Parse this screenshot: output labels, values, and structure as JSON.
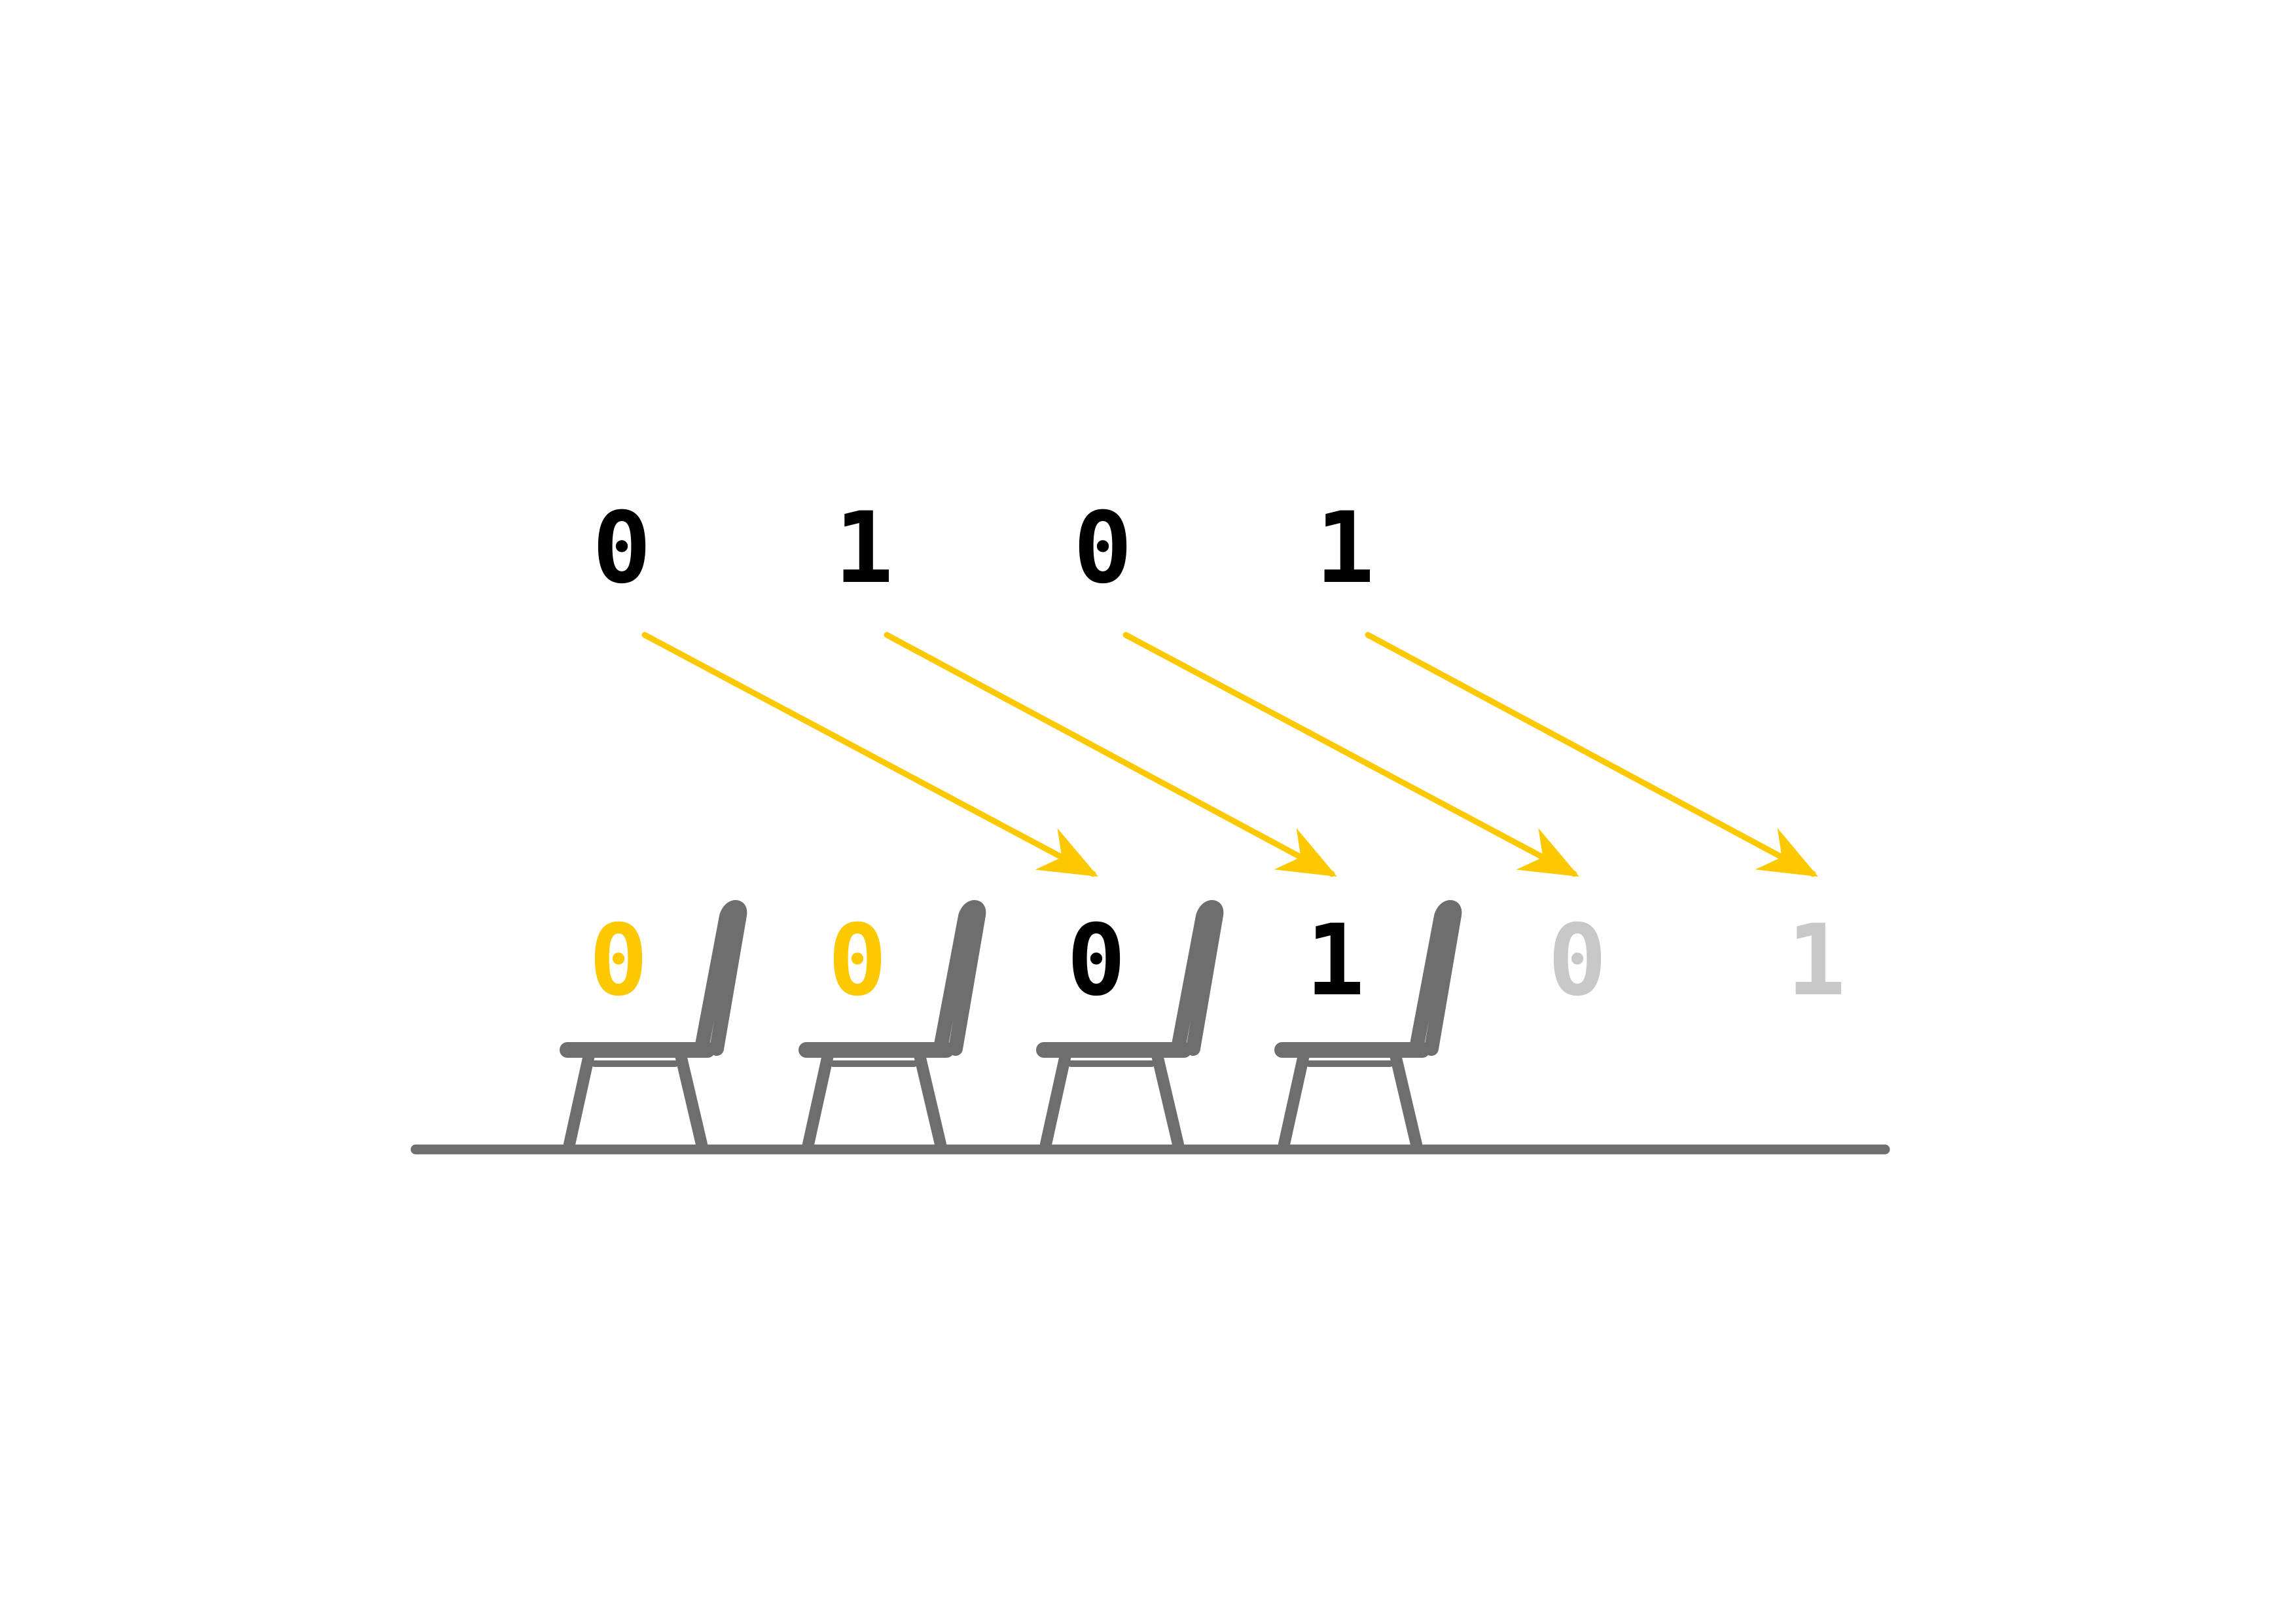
{
  "colors": {
    "accent": "#fcc800",
    "ink": "#000000",
    "chair": "#6e6e6e",
    "faded": "#c8c8c8",
    "background": "#ffffff"
  },
  "input_bits": [
    "0",
    "1",
    "0",
    "1"
  ],
  "output_bits": [
    {
      "value": "0",
      "state": "padding"
    },
    {
      "value": "0",
      "state": "padding"
    },
    {
      "value": "0",
      "state": "kept"
    },
    {
      "value": "1",
      "state": "kept"
    },
    {
      "value": "0",
      "state": "dropped"
    },
    {
      "value": "1",
      "state": "dropped"
    }
  ],
  "arrows": [
    {
      "from_input": 0,
      "to_output": 2
    },
    {
      "from_input": 1,
      "to_output": 3
    },
    {
      "from_input": 2,
      "to_output": 4
    },
    {
      "from_input": 3,
      "to_output": 5
    }
  ],
  "chairs": {
    "count": 4
  },
  "icons": {
    "chair": "chair-icon",
    "arrow": "arrow-icon",
    "floor": "floor-line"
  }
}
